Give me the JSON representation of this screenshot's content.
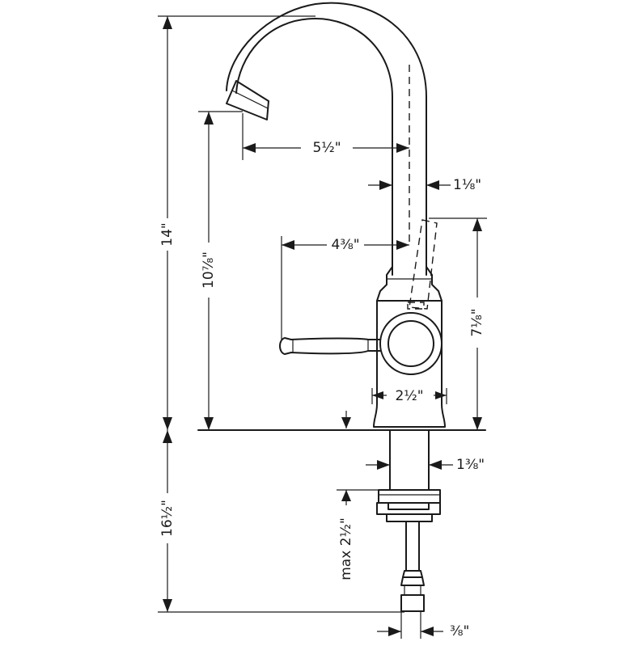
{
  "dimensions": {
    "total_height_above": "14\"",
    "spout_height": "10⁷⁄₈\"",
    "spout_reach": "5½\"",
    "spout_diameter": "1⅛\"",
    "handle_reach": "4⅜\"",
    "lever_height": "7⅛\"",
    "base_diameter": "2½\"",
    "shank_diameter": "1⅜\"",
    "below_deck": "16½\"",
    "max_deck_thickness": "max 2½\"",
    "supply_connection": "⅜\""
  },
  "colors": {
    "line": "#1a1a1a",
    "background": "#ffffff"
  }
}
